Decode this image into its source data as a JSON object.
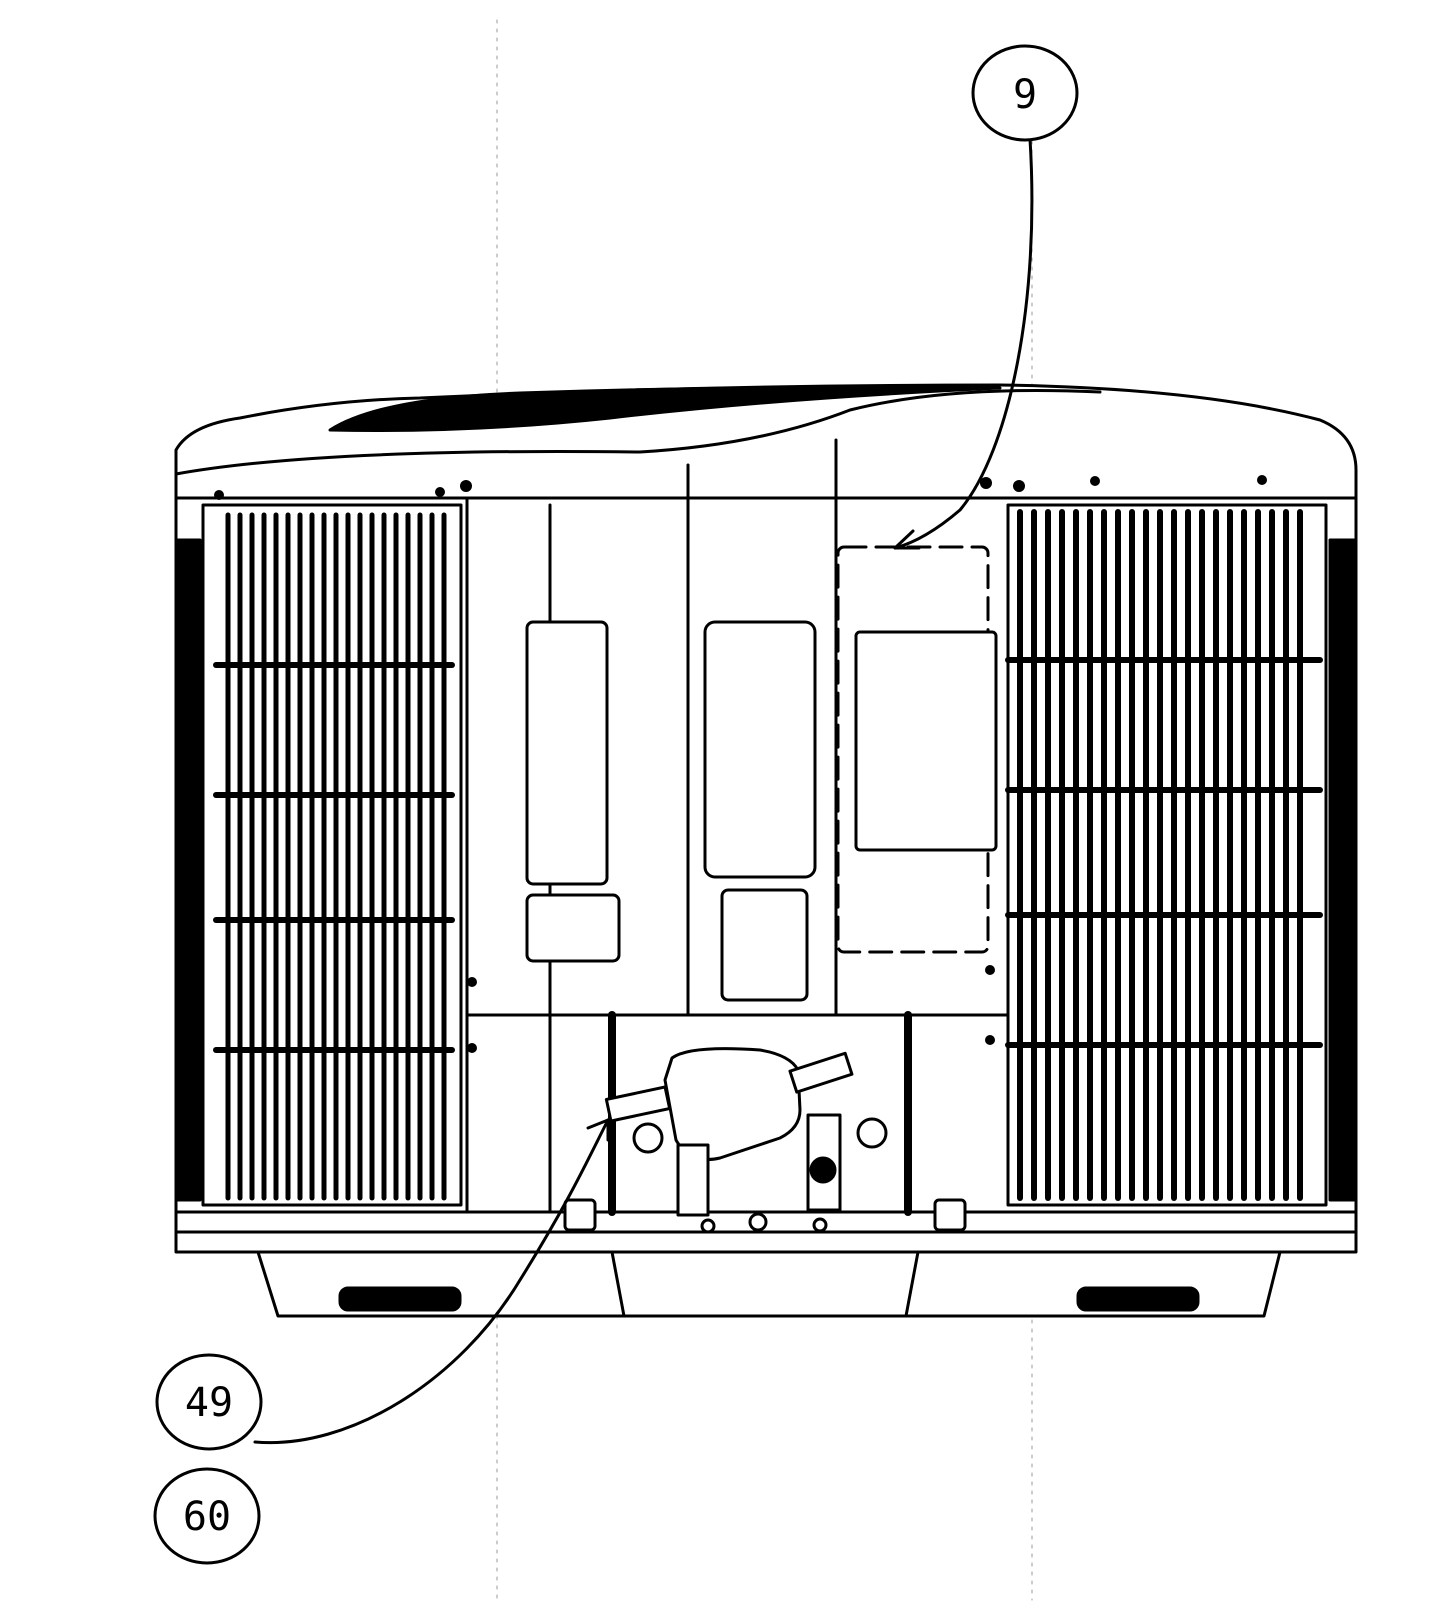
{
  "callouts": [
    {
      "id": "callout-9",
      "label": "9"
    },
    {
      "id": "callout-49",
      "label": "49"
    },
    {
      "id": "callout-60",
      "label": "60"
    }
  ],
  "colors": {
    "line": "#000000",
    "background": "#ffffff"
  }
}
